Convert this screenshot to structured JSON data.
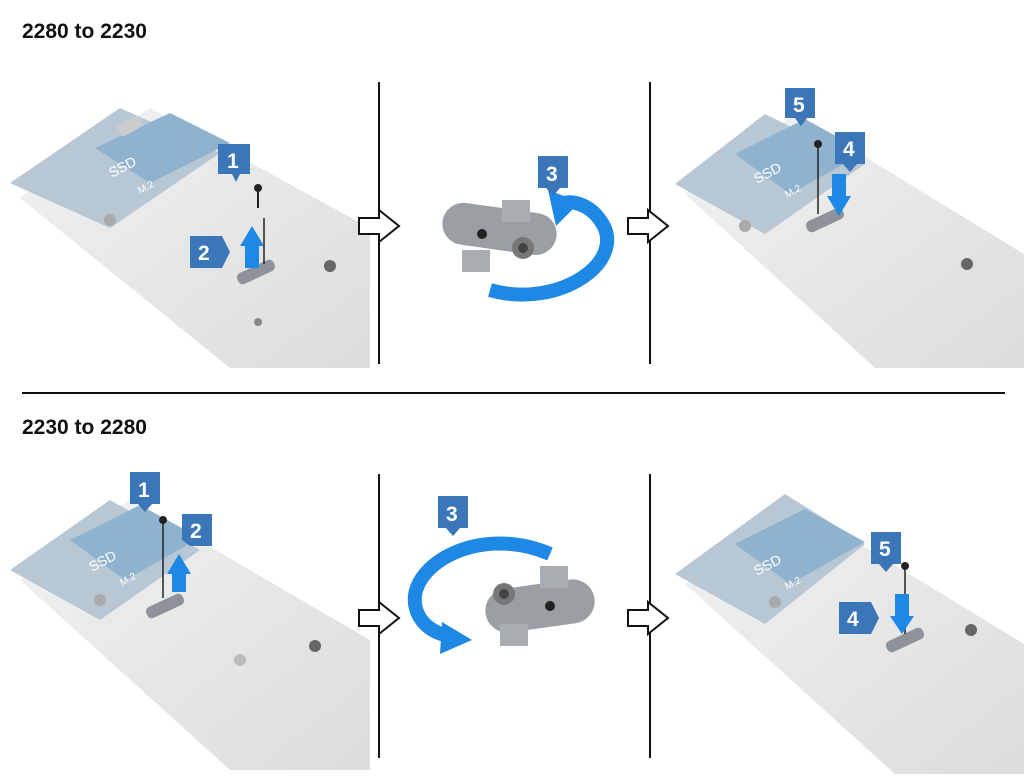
{
  "colors": {
    "callout_fill": "#3a76b8",
    "arrow_blue": "#1e88e5",
    "board_blue": "#8fb2cf",
    "chassis_gray": "#e6e6e6",
    "bracket_metal": "#8e9399"
  },
  "sections": [
    {
      "title": "2280 to 2230",
      "panels": [
        {
          "callouts": [
            "1",
            "2"
          ],
          "board_text": [
            "SSD",
            "M.2"
          ]
        },
        {
          "callouts": [
            "3"
          ]
        },
        {
          "callouts": [
            "5",
            "4"
          ],
          "board_text": [
            "SSD",
            "M.2"
          ]
        }
      ]
    },
    {
      "title": "2230 to 2280",
      "panels": [
        {
          "callouts": [
            "1",
            "2"
          ],
          "board_text": [
            "SSD",
            "M.2"
          ]
        },
        {
          "callouts": [
            "3"
          ]
        },
        {
          "callouts": [
            "5",
            "4"
          ],
          "board_text": [
            "SSD",
            "M.2"
          ]
        }
      ]
    }
  ]
}
